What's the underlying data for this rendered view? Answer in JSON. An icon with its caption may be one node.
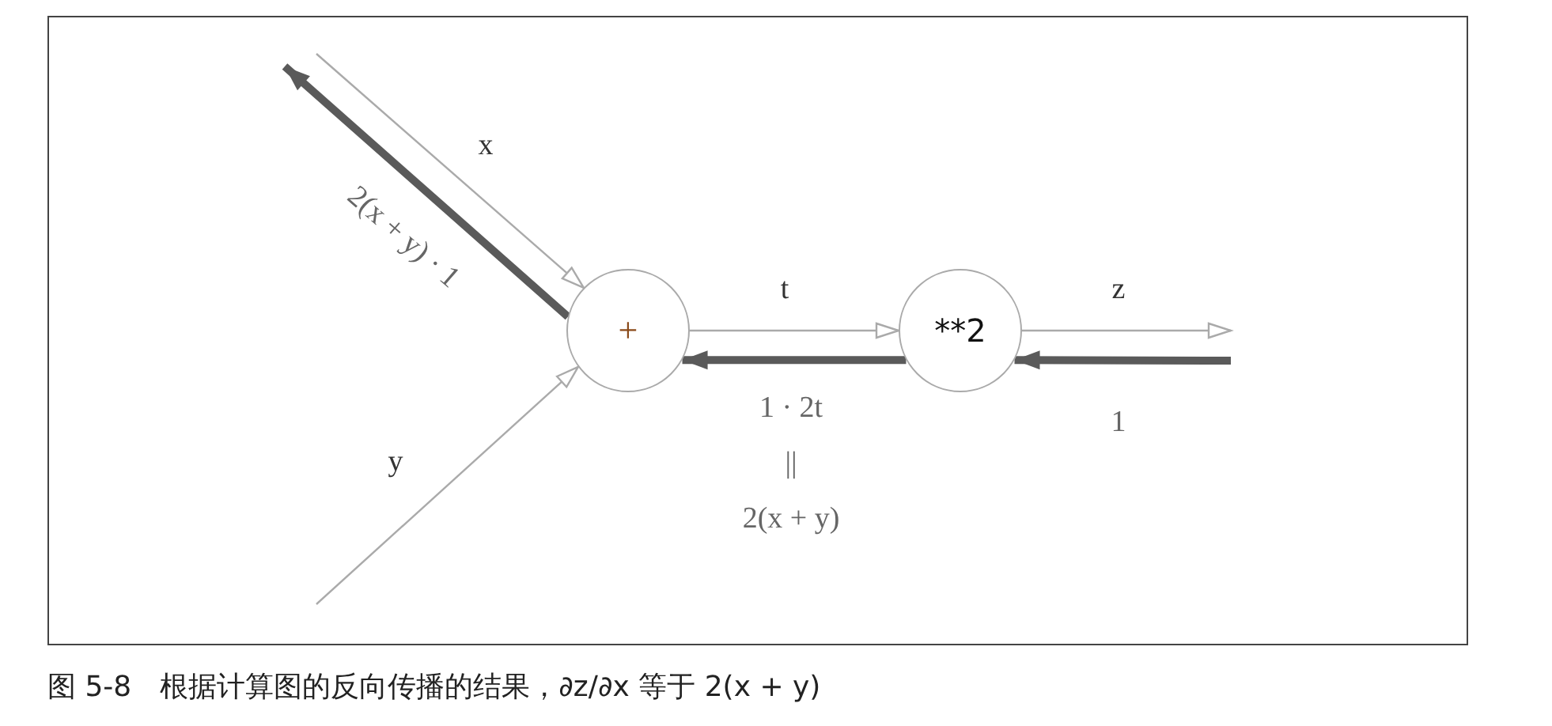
{
  "diagram": {
    "caption": "图 5-8　根据计算图的反向传播的结果，∂z/∂x 等于 2(x + y)",
    "nodes": [
      {
        "text": [
          "+"
        ]
      },
      {
        "text": [
          "**2"
        ]
      }
    ],
    "edges": [
      {
        "from": null,
        "to": 0,
        "arrow": "to",
        "label": "x"
      },
      {
        "from": 0,
        "to": null,
        "arrow": "to",
        "label": "2(x + y) · 1",
        "style": "thick",
        "color": "#5a5a5a"
      },
      {
        "from": null,
        "to": 0,
        "arrow": "to",
        "label": "y"
      },
      {
        "from": 0,
        "to": 1,
        "arrow": "to",
        "label": "t"
      },
      {
        "from": 1,
        "to": 0,
        "arrow": "to",
        "label": "1 · 2t",
        "style": "thick",
        "color": "#5a5a5a"
      },
      {
        "from": 1,
        "to": null,
        "arrow": "to",
        "label": "z"
      },
      {
        "from": null,
        "to": 1,
        "arrow": "to",
        "label": "1",
        "style": "thick",
        "color": "#5a5a5a"
      }
    ],
    "labels": [
      "||",
      "2(x + y)"
    ]
  }
}
